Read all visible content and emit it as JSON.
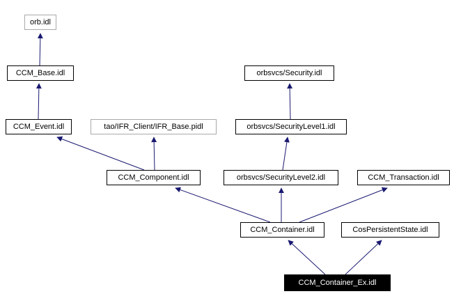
{
  "diagram": {
    "type": "include-dependency-graph",
    "colors": {
      "background": "#ffffff",
      "edge": "#191970",
      "node_border": "#000000",
      "external_node_border": "#a9a9a9",
      "main_node_fill": "#000000",
      "main_node_text": "#ffffff"
    },
    "nodes": [
      {
        "label": "orb.idl",
        "style": "external"
      },
      {
        "label": "CCM_Base.idl",
        "style": "normal"
      },
      {
        "label": "orbsvcs/Security.idl",
        "style": "normal"
      },
      {
        "label": "CCM_Event.idl",
        "style": "normal"
      },
      {
        "label": "tao/IFR_Client/IFR_Base.pidl",
        "style": "external"
      },
      {
        "label": "orbsvcs/SecurityLevel1.idl",
        "style": "normal"
      },
      {
        "label": "CCM_Component.idl",
        "style": "normal"
      },
      {
        "label": "orbsvcs/SecurityLevel2.idl",
        "style": "normal"
      },
      {
        "label": "CCM_Transaction.idl",
        "style": "normal"
      },
      {
        "label": "CCM_Container.idl",
        "style": "normal"
      },
      {
        "label": "CosPersistentState.idl",
        "style": "normal"
      },
      {
        "label": "CCM_Container_Ex.idl",
        "style": "main"
      }
    ],
    "edges": [
      {
        "from": "CCM_Base.idl",
        "to": "orb.idl"
      },
      {
        "from": "CCM_Event.idl",
        "to": "CCM_Base.idl"
      },
      {
        "from": "CCM_Component.idl",
        "to": "CCM_Event.idl"
      },
      {
        "from": "CCM_Component.idl",
        "to": "tao/IFR_Client/IFR_Base.pidl"
      },
      {
        "from": "orbsvcs/SecurityLevel1.idl",
        "to": "orbsvcs/Security.idl"
      },
      {
        "from": "orbsvcs/SecurityLevel2.idl",
        "to": "orbsvcs/SecurityLevel1.idl"
      },
      {
        "from": "CCM_Container.idl",
        "to": "CCM_Component.idl"
      },
      {
        "from": "CCM_Container.idl",
        "to": "orbsvcs/SecurityLevel2.idl"
      },
      {
        "from": "CCM_Container.idl",
        "to": "CCM_Transaction.idl"
      },
      {
        "from": "CCM_Container_Ex.idl",
        "to": "CCM_Container.idl"
      },
      {
        "from": "CCM_Container_Ex.idl",
        "to": "CosPersistentState.idl"
      }
    ]
  }
}
